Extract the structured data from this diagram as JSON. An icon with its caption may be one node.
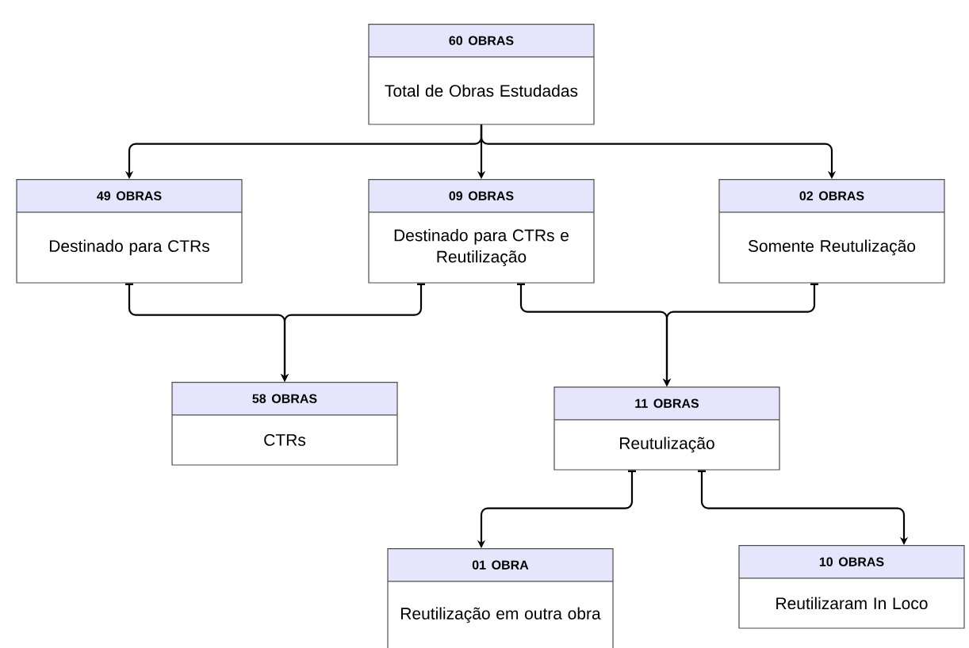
{
  "diagram": {
    "nodes": [
      {
        "text": [
          "60 OBRAS",
          "Total de Obras Estudadas"
        ]
      },
      {
        "text": [
          "49 OBRAS",
          "Destinado para CTRs"
        ]
      },
      {
        "text": [
          "09 OBRAS",
          "Destinado para CTRs e Reutilização"
        ]
      },
      {
        "text": [
          "02 OBRAS",
          "Somente Reutulização"
        ]
      },
      {
        "text": [
          "58 OBRAS",
          "CTRs"
        ]
      },
      {
        "text": [
          "11 OBRAS",
          "Reutulização"
        ]
      },
      {
        "text": [
          "01 OBRA",
          "Reutilização em outra obra"
        ]
      },
      {
        "text": [
          "10 OBRAS",
          "Reutilizaram In Loco"
        ]
      }
    ],
    "edges": [
      {
        "from": 0,
        "to": 1,
        "arrow": "to"
      },
      {
        "from": 0,
        "to": 2,
        "arrow": "to"
      },
      {
        "from": 0,
        "to": 3,
        "arrow": "to"
      },
      {
        "from": 1,
        "to": 4,
        "arrow": "to"
      },
      {
        "from": 2,
        "to": 4,
        "arrow": "to"
      },
      {
        "from": 2,
        "to": 5,
        "arrow": "to"
      },
      {
        "from": 3,
        "to": 5,
        "arrow": "to"
      },
      {
        "from": 5,
        "to": 6,
        "arrow": "to"
      },
      {
        "from": 5,
        "to": 7,
        "arrow": "to"
      }
    ]
  }
}
